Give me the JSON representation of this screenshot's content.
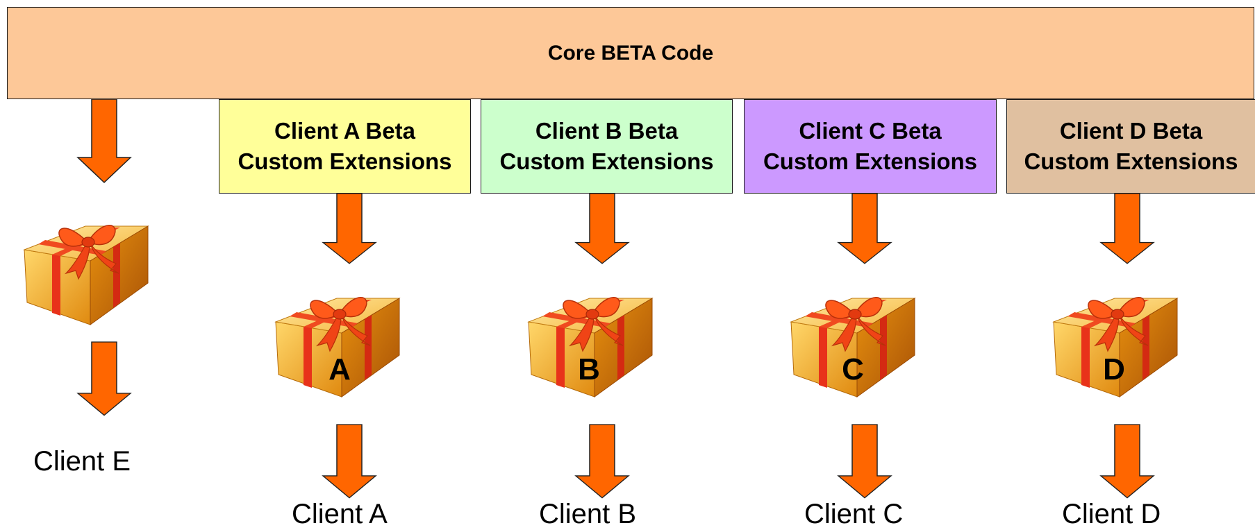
{
  "core": {
    "label": "Core BETA Code",
    "color": "#fdc898"
  },
  "extensions": [
    {
      "line1": "Client A Beta",
      "line2": "Custom Extensions",
      "color": "#ffff99"
    },
    {
      "line1": "Client B Beta",
      "line2": "Custom Extensions",
      "color": "#ccffcc"
    },
    {
      "line1": "Client C Beta",
      "line2": "Custom Extensions",
      "color": "#cc99ff"
    },
    {
      "line1": "Client D Beta",
      "line2": "Custom Extensions",
      "color": "#e0c0a0"
    }
  ],
  "gifts": [
    {
      "letter": ""
    },
    {
      "letter": "A"
    },
    {
      "letter": "B"
    },
    {
      "letter": "C"
    },
    {
      "letter": "D"
    }
  ],
  "clients": [
    {
      "label": "Client E"
    },
    {
      "label": "Client A"
    },
    {
      "label": "Client B"
    },
    {
      "label": "Client C"
    },
    {
      "label": "Client D"
    }
  ],
  "arrow_color": "#ff6600"
}
